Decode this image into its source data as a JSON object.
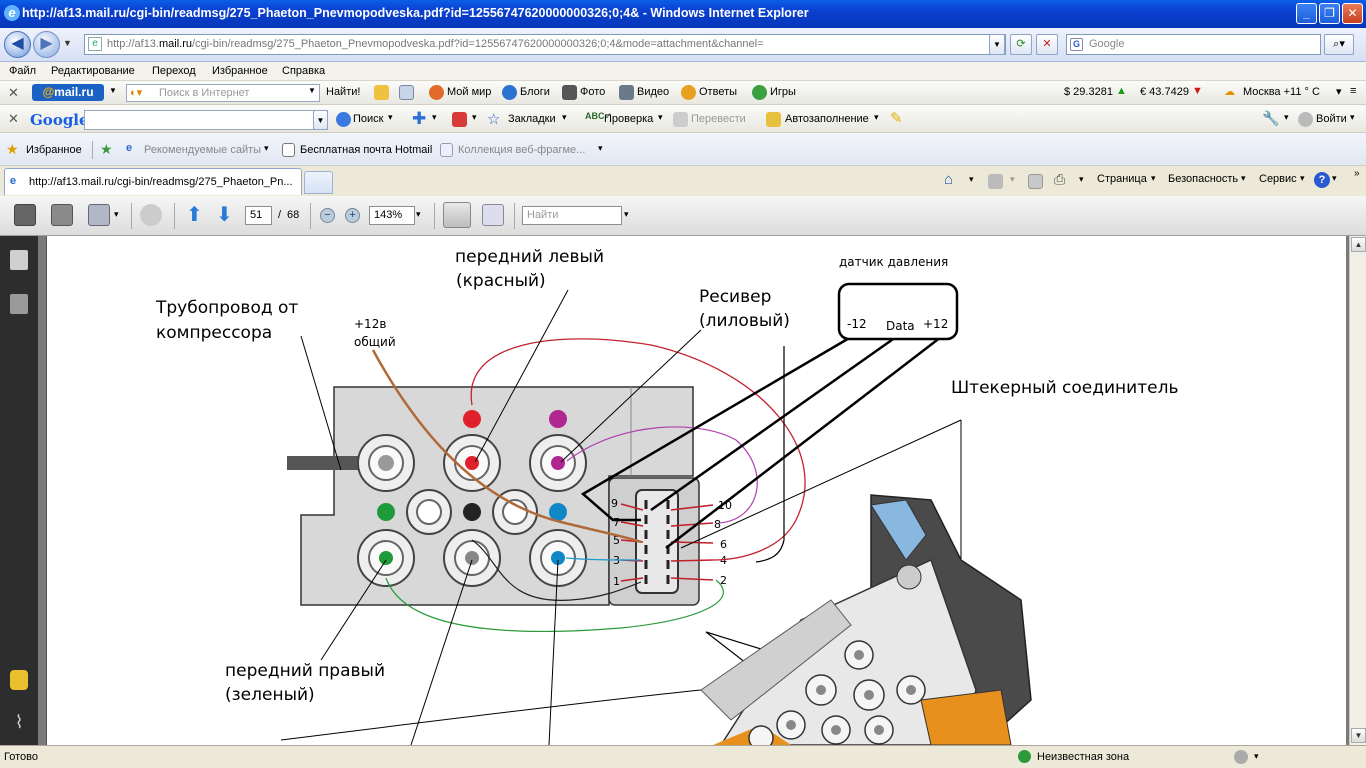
{
  "window": {
    "title": "http://af13.mail.ru/cgi-bin/readmsg/275_Phaeton_Pnevmopodveska.pdf?id=12556747620000000326;0;4& - Windows Internet Explorer"
  },
  "address_bar": {
    "url_prefix": "http://af13.",
    "url_host": "mail.ru",
    "url_rest": "/cgi-bin/readmsg/275_Phaeton_Pnevmopodveska.pdf?id=12556747620000000326;0;4&mode=attachment&channel="
  },
  "search_box": {
    "placeholder": "Google"
  },
  "menu": [
    "Файл",
    "Редактирование",
    "Переход",
    "Избранное",
    "Справка"
  ],
  "mail_toolbar": {
    "brand_at": "@",
    "brand": "mail.ru",
    "search_placeholder": "Поиск в Интернет",
    "find_label": "Найти!",
    "items": [
      "Мой мир",
      "Блоги",
      "Фото",
      "Видео",
      "Ответы",
      "Игры"
    ],
    "usd": "$ 29.3281",
    "eur": "€ 43.7429",
    "weather": "Москва +11 ° C"
  },
  "google_toolbar": {
    "logo": "Google",
    "search_label": "Поиск",
    "bookmarks_label": "Закладки",
    "check_label": "Проверка",
    "translate_label": "Перевести",
    "autofill_label": "Автозаполнение",
    "signin_label": "Войти"
  },
  "favorites_bar": {
    "favorites_label": "Избранное",
    "items": [
      "Рекомендуемые сайты",
      "Бесплатная почта Hotmail",
      "Коллекция веб-фрагме..."
    ]
  },
  "tab": {
    "title": "http://af13.mail.ru/cgi-bin/readmsg/275_Phaeton_Pn..."
  },
  "command_bar": {
    "page_label": "Страница",
    "security_label": "Безопасность",
    "service_label": "Сервис"
  },
  "pdf_toolbar": {
    "current_page": "51",
    "separator": "/",
    "total_pages": "68",
    "zoom": "143%",
    "find_placeholder": "Найти"
  },
  "diagram": {
    "labels": {
      "front_left": [
        "передний левый",
        "(красный)"
      ],
      "receiver": [
        "Ресивер",
        "(лиловый)"
      ],
      "pipeline": [
        "Трубопровод от",
        "компрессора"
      ],
      "power": [
        "+12в",
        "общий"
      ],
      "front_right": [
        "передний правый",
        "(зеленый)"
      ],
      "connector": "Штекерный соединитель",
      "sensor_title": "датчик давления",
      "sensor_pins": [
        "-12",
        "Data",
        "+12"
      ]
    },
    "pins_left": [
      "9",
      "7",
      "5",
      "3",
      "1"
    ],
    "pins_right": [
      "10",
      "8",
      "6",
      "4",
      "2"
    ],
    "colors": {
      "red": "#e0202a",
      "purple": "#b0288f",
      "green": "#1f9a3a",
      "blue": "#1088c8",
      "black": "#222222",
      "brown_wire": "#b06a3a",
      "orange": "#e8901e"
    }
  },
  "status_bar": {
    "status": "Готово",
    "zone": "Неизвестная зона"
  }
}
